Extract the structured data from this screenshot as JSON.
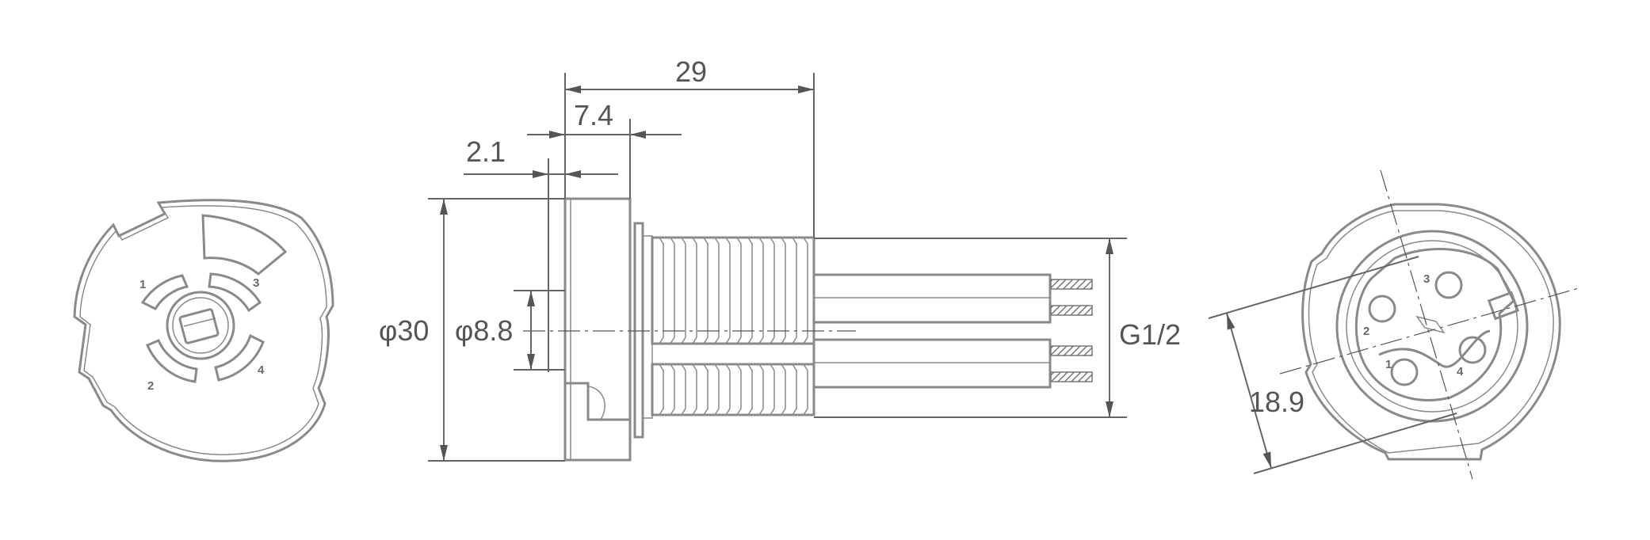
{
  "dimensions": {
    "overall_length": "29",
    "flange_to_thread": "7.4",
    "flange_thickness": "2.1",
    "outer_diameter": "φ30",
    "bore_diameter": "φ8.8",
    "thread_size": "G1/2",
    "pin_circle": "18.9"
  },
  "front_view_pins": [
    "1",
    "2",
    "3",
    "4"
  ],
  "rear_view_pins": [
    "1",
    "2",
    "3",
    "4"
  ]
}
